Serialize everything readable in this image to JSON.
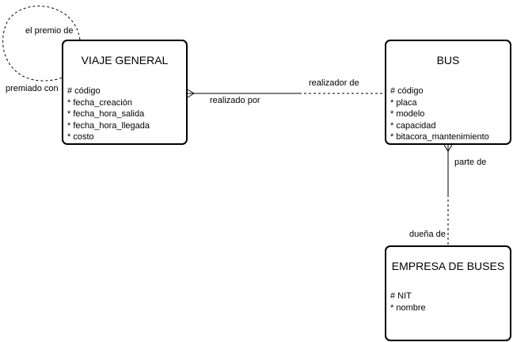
{
  "entities": {
    "viaje": {
      "name": "VIAJE GENERAL",
      "attributes": [
        "# código",
        "* fecha_creación",
        "* fecha_hora_salida",
        "* fecha_hora_llegada",
        "* costo"
      ]
    },
    "bus": {
      "name": "BUS",
      "attributes": [
        "# código",
        "* placa",
        "* modelo",
        "* capacidad",
        "* bitacora_mantenimiento"
      ]
    },
    "empresa": {
      "name": "EMPRESA DE BUSES",
      "attributes": [
        "# NIT",
        "* nombre"
      ]
    }
  },
  "relationships": {
    "self": {
      "label_top": "el premio de",
      "label_bottom": "premiado con"
    },
    "viaje_bus": {
      "label_viaje_side": "realizado por",
      "label_bus_side": "realizador de"
    },
    "bus_empresa": {
      "label_bus_side": "parte de",
      "label_empresa_side": "dueña de"
    }
  }
}
